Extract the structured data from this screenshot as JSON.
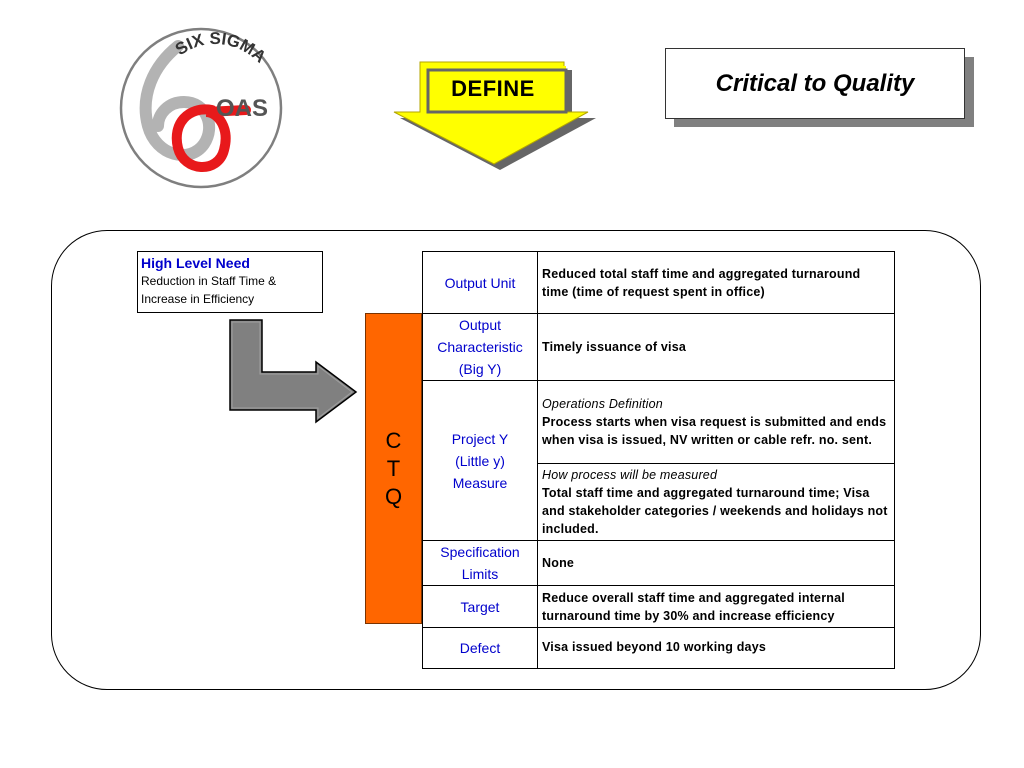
{
  "logo": {
    "top_text": "SIX SIGMA",
    "side_text": "OAS",
    "colors": {
      "gray": "#b3b3b3",
      "red": "#e8191b"
    }
  },
  "define_arrow": {
    "label": "DEFINE",
    "color": "#ffff00"
  },
  "title": "Critical to Quality",
  "high_level_need": {
    "title": "High Level Need",
    "description": "Reduction in Staff Time & Increase in Efficiency"
  },
  "ctq_bar": {
    "letters": [
      "C",
      "T",
      "Q"
    ],
    "color": "#ff6600"
  },
  "table": {
    "output_unit": {
      "label": "Output Unit",
      "value": "Reduced total staff time and aggregated turnaround time (time of request spent in office)"
    },
    "output_characteristic": {
      "label_lines": [
        "Output",
        "Characteristic",
        "(Big Y)"
      ],
      "value": "Timely issuance of visa"
    },
    "project_y": {
      "label_lines": [
        "Project Y",
        "(Little y)",
        "Measure"
      ],
      "operations": {
        "heading": "Operations Definition",
        "text": "Process starts when visa request is submitted and ends when visa is issued, NV written or cable refr. no. sent."
      },
      "measurement": {
        "heading": "How process will be measured",
        "text": "Total staff time and aggregated turnaround time; Visa and stakeholder categories / weekends and holidays not included."
      }
    },
    "specification_limits": {
      "label_lines": [
        "Specification",
        "Limits"
      ],
      "value": "None"
    },
    "target": {
      "label": "Target",
      "value": "Reduce overall staff time and aggregated internal turnaround time by 30% and increase efficiency"
    },
    "defect": {
      "label": "Defect",
      "value": "Visa issued beyond 10 working days"
    }
  }
}
